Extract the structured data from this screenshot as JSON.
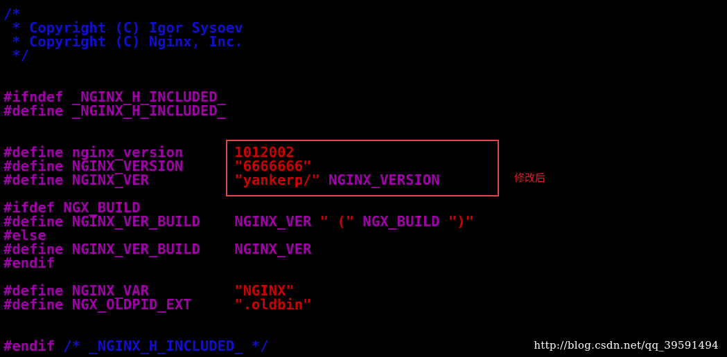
{
  "editor": {
    "lines": [
      [
        {
          "t": "/*",
          "c": "comment"
        }
      ],
      [
        {
          "t": " * Copyright (C) Igor Sysoev",
          "c": "comment"
        }
      ],
      [
        {
          "t": " * Copyright (C) Nginx, Inc.",
          "c": "comment"
        }
      ],
      [
        {
          "t": " */",
          "c": "comment"
        }
      ],
      [],
      [],
      [
        {
          "t": "#ifndef _NGINX_H_INCLUDED_",
          "c": "pre"
        }
      ],
      [
        {
          "t": "#define _NGINX_H_INCLUDED_",
          "c": "pre"
        }
      ],
      [],
      [],
      [
        {
          "t": "#define nginx_version      ",
          "c": "pre"
        },
        {
          "t": "1012002",
          "c": "str"
        }
      ],
      [
        {
          "t": "#define NGINX_VERSION      ",
          "c": "pre"
        },
        {
          "t": "\"6666666\"",
          "c": "str"
        }
      ],
      [
        {
          "t": "#define NGINX_VER          ",
          "c": "pre"
        },
        {
          "t": "\"yankerp/\"",
          "c": "str"
        },
        {
          "t": " NGINX_VERSION",
          "c": "pre"
        }
      ],
      [],
      [
        {
          "t": "#ifdef NGX_BUILD",
          "c": "pre"
        }
      ],
      [
        {
          "t": "#define NGINX_VER_BUILD    ",
          "c": "pre"
        },
        {
          "t": "NGINX_VER",
          "c": "pre"
        },
        {
          "t": " \" (\" ",
          "c": "str"
        },
        {
          "t": "NGX_BUILD",
          "c": "pre"
        },
        {
          "t": " \")\"",
          "c": "str"
        }
      ],
      [
        {
          "t": "#else",
          "c": "pre"
        }
      ],
      [
        {
          "t": "#define NGINX_VER_BUILD    ",
          "c": "pre"
        },
        {
          "t": "NGINX_VER",
          "c": "pre"
        }
      ],
      [
        {
          "t": "#endif",
          "c": "pre"
        }
      ],
      [],
      [
        {
          "t": "#define NGINX_VAR          ",
          "c": "pre"
        },
        {
          "t": "\"NGINX\"",
          "c": "str"
        }
      ],
      [
        {
          "t": "#define NGX_OLDPID_EXT     ",
          "c": "pre"
        },
        {
          "t": "\".oldbin\"",
          "c": "str"
        }
      ],
      [],
      [],
      [
        {
          "t": "#endif",
          "c": "pre"
        },
        {
          "t": " /* _NGINX_H_INCLUDED_ */",
          "c": "comment"
        }
      ]
    ]
  },
  "annotation": {
    "text": "修改后"
  },
  "watermark": {
    "text": "http://blog.csdn.net/qq_39591494"
  },
  "colors": {
    "background": "#000000",
    "comment": "#1010cc",
    "preprocessor": "#a000a8",
    "string": "#cc0000",
    "highlight_box": "#e04848",
    "annotation": "#e02020"
  }
}
